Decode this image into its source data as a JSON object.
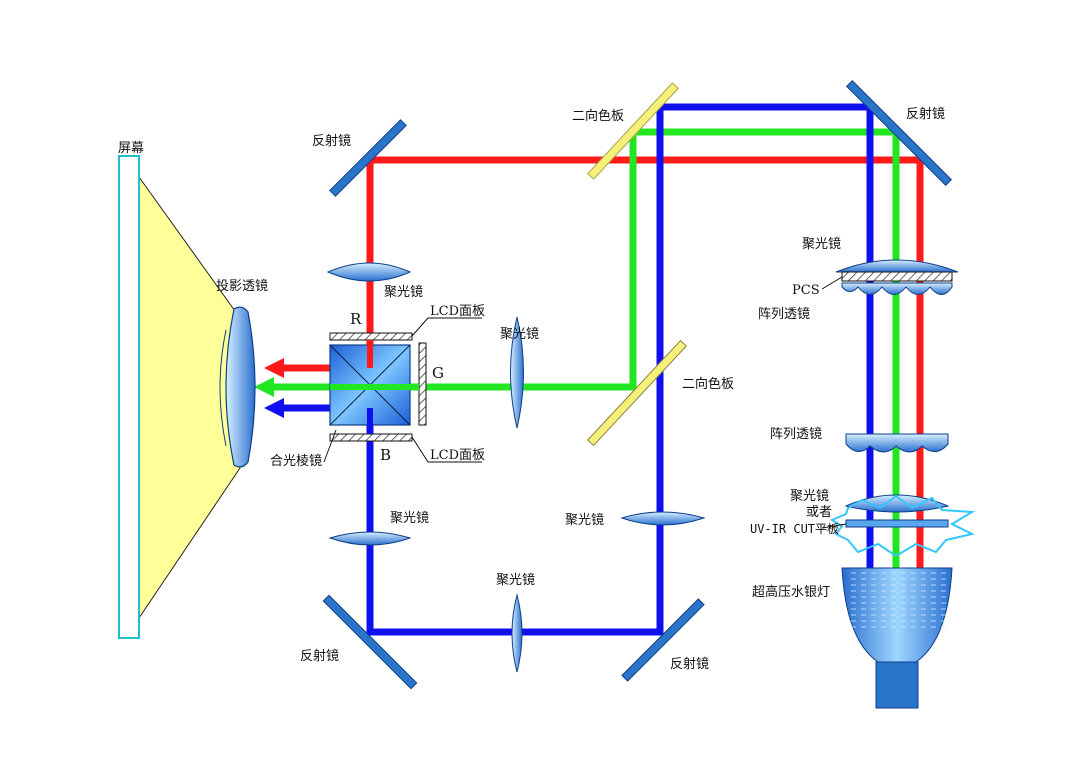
{
  "colors": {
    "red": "#ff1a1a",
    "green": "#22e622",
    "blue": "#1010ee",
    "mirror": "#2a74c9",
    "dichroic": "#f4f07a",
    "screen_fill": "#ffff99",
    "lens_light": "#bfe3ff",
    "lens_dark": "#2a6fd0"
  },
  "labels": {
    "screen": "屏幕",
    "projection_lens": "投影透镜",
    "mirror_top_left": "反射镜",
    "mirror_top_right": "反射镜",
    "mirror_bottom_left": "反射镜",
    "mirror_bottom_right": "反射镜",
    "dichroic_top": "二向色板",
    "dichroic_mid": "二向色板",
    "condenser_red": "聚光镜",
    "condenser_green": "聚光镜",
    "condenser_blue_left": "聚光镜",
    "condenser_blue_right": "聚光镜",
    "relay_lens": "聚光镜",
    "condenser_right": "聚光镜",
    "pcs": "PCS",
    "array_lens_1": "阵列透镜",
    "array_lens_2": "阵列透镜",
    "condenser_or": "聚光镜",
    "or_text": "或者",
    "uv_ir": "UV-IR CUT平板",
    "lamp": "超高压水银灯",
    "lcd_top": "LCD面板",
    "lcd_bottom": "LCD面板",
    "prism": "合光棱镜",
    "r": "R",
    "g": "G",
    "b": "B"
  }
}
